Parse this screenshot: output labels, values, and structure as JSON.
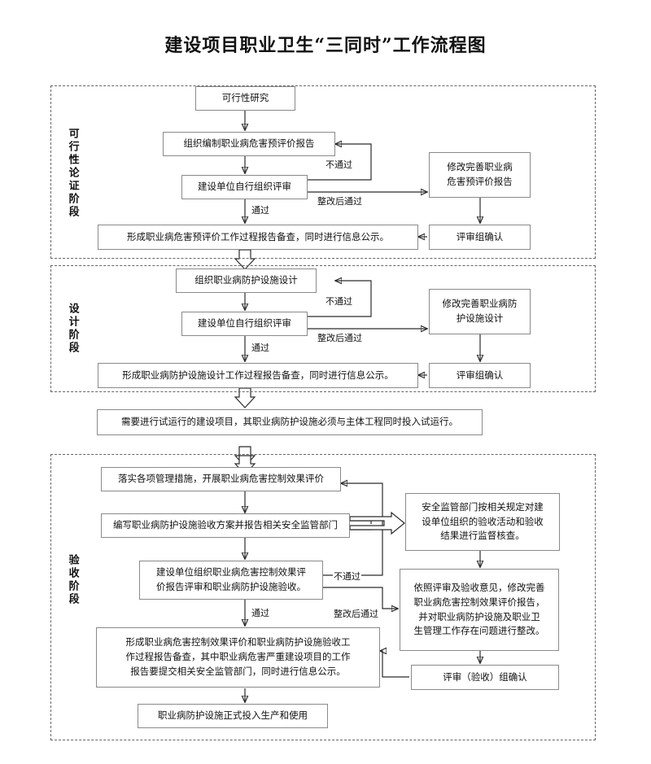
{
  "title": "建设项目职业卫生“三同时”工作流程图",
  "stages": [
    {
      "key": "feasibility",
      "label": "可行性论证阶段"
    },
    {
      "key": "design",
      "label": "设计阶段"
    },
    {
      "key": "acceptance",
      "label": "验收阶段"
    }
  ],
  "feasibility": {
    "start": "可行性研究",
    "prepare": "组织编制职业病危害预评价报告",
    "review": "建设单位自行组织评审",
    "archive": "形成职业病危害预评价工作过程报告备查，同时进行信息公示。",
    "revise": "修改完善职业病\n危害预评价报告",
    "confirm": "评审组确认",
    "label_fail": "不通过",
    "label_rectify": "整改后通过",
    "label_pass": "通过"
  },
  "design": {
    "prepare": "组织职业病防护设施设计",
    "review": "建设单位自行组织评审",
    "archive": "形成职业病防护设施设计工作过程报告备查，同时进行信息公示。",
    "revise": "修改完善职业病防\n护设施设计",
    "confirm": "评审组确认",
    "label_fail": "不通过",
    "label_rectify": "整改后通过",
    "label_pass": "通过"
  },
  "bridge": {
    "text": "需要进行试运行的建设项目，其职业病防护设施必须与主体工程同时投入试运行。"
  },
  "acceptance": {
    "measures": "落实各项管理措施，开展职业病危害控制效果评价",
    "plan": "编写职业病防护设施验收方案并报告相关安全监管部门",
    "review": "建设单位组织职业病危害控制效果评\n价报告评审和职业病防护设施验收。",
    "supervise": "安全监管部门按相关规定对建\n设单位组织的验收活动和验收\n结果进行监督核查。",
    "rectify": "依照评审及验收意见，修改完善\n职业病危害控制效果评价报告，\n并对职业病防护设施及职业卫\n生管理工作存在问题进行整改。",
    "confirm": "评审（验收）组确认",
    "archive": "形成职业病危害控制效果评价和职业病防护设施验收工\n作过程报告备查，其中职业病危害严重建设项目的工作\n报告要提交相关安全监管部门，同时进行信息公示。",
    "final": "职业病防护设施正式投入生产和使用",
    "label_fail": "不通过",
    "label_rectify": "整改后通过",
    "label_pass": "通过"
  },
  "colors": {
    "box_border": "#8a8a8a",
    "frame_border": "#666666",
    "line": "#2b2b2b",
    "text": "#111111",
    "background": "#ffffff"
  }
}
